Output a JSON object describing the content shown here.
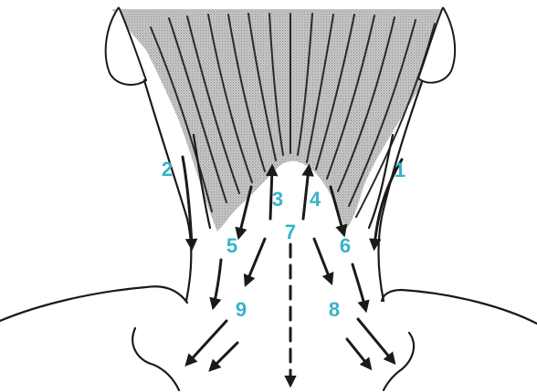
{
  "colors": {
    "line": "#1a1a1a",
    "label": "#35b3c9",
    "hair": "#bdbdbd",
    "paper": "#ffffff"
  },
  "labels": {
    "l1": "1",
    "l2": "2",
    "l3": "3",
    "l4": "4",
    "l5": "5",
    "l6": "6",
    "l7": "7",
    "l8": "8",
    "l9": "9"
  }
}
